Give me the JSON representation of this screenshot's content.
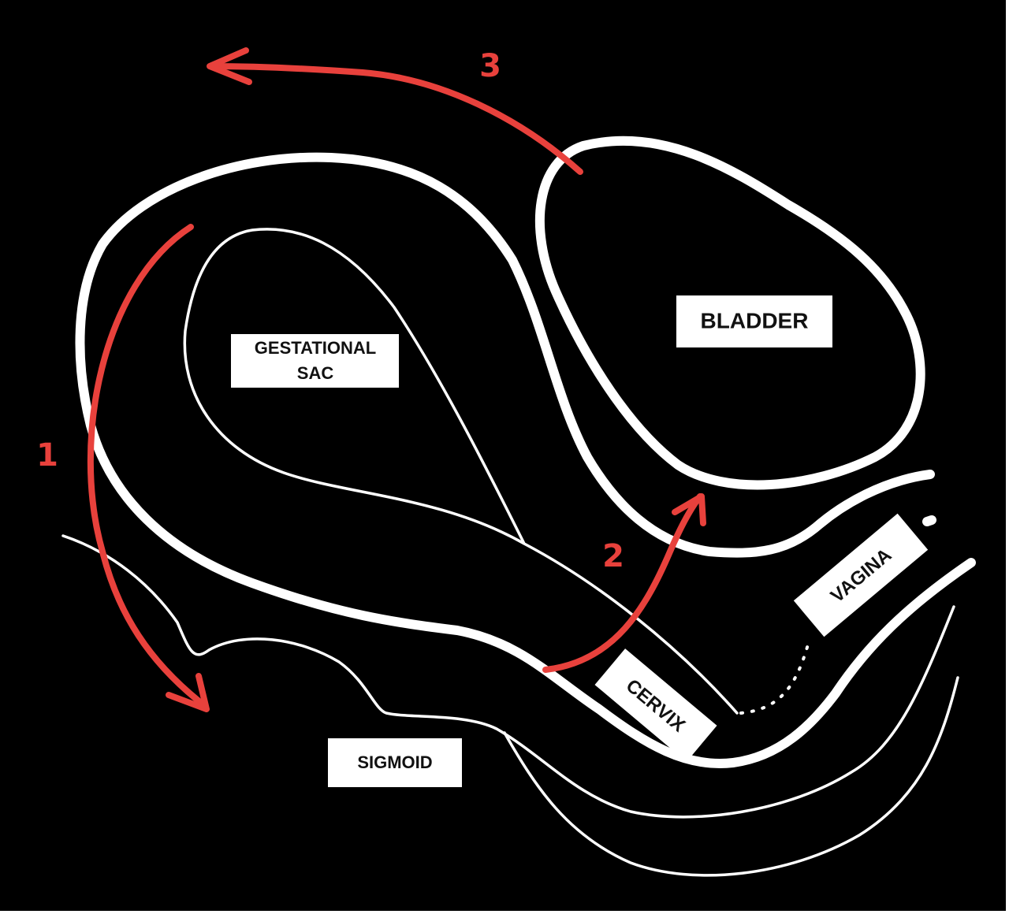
{
  "colors": {
    "background": "#000000",
    "outline": "#ffffff",
    "arrow": "#e8413c",
    "label_text": "#111111"
  },
  "labels": {
    "gestational_sac_line1": "GESTATIONAL",
    "gestational_sac_line2": "SAC",
    "bladder": "BLADDER",
    "vagina": "VAGINA",
    "cervix": "CERVIX",
    "sigmoid": "SIGMOID"
  },
  "arrows": {
    "arrow1_number": "1",
    "arrow2_number": "2",
    "arrow3_number": "3"
  }
}
